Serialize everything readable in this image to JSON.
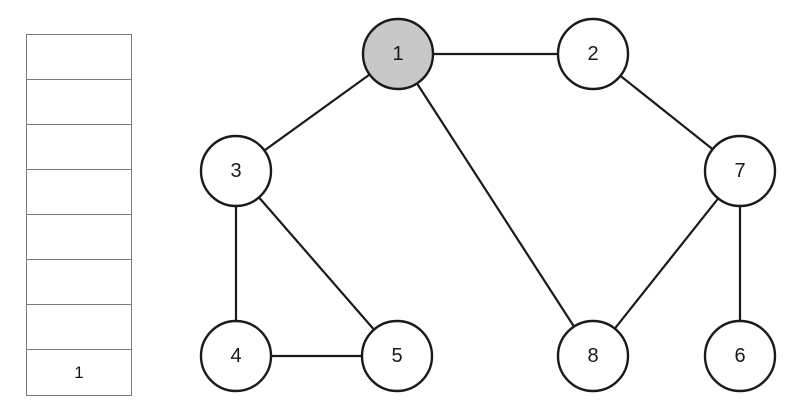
{
  "stack": {
    "slots": [
      "",
      "",
      "",
      "",
      "",
      "",
      "",
      "1"
    ]
  },
  "graph": {
    "colors": {
      "visited_fill": "#c8c8c8",
      "node_fill": "#ffffff",
      "stroke": "#1a1a1a"
    },
    "nodes": [
      {
        "id": "1",
        "label": "1",
        "visited": true
      },
      {
        "id": "2",
        "label": "2",
        "visited": false
      },
      {
        "id": "3",
        "label": "3",
        "visited": false
      },
      {
        "id": "7",
        "label": "7",
        "visited": false
      },
      {
        "id": "4",
        "label": "4",
        "visited": false
      },
      {
        "id": "5",
        "label": "5",
        "visited": false
      },
      {
        "id": "8",
        "label": "8",
        "visited": false
      },
      {
        "id": "6",
        "label": "6",
        "visited": false
      }
    ],
    "edges": [
      [
        "1",
        "2"
      ],
      [
        "1",
        "3"
      ],
      [
        "1",
        "8"
      ],
      [
        "2",
        "7"
      ],
      [
        "3",
        "4"
      ],
      [
        "3",
        "5"
      ],
      [
        "4",
        "5"
      ],
      [
        "7",
        "8"
      ],
      [
        "7",
        "6"
      ]
    ]
  }
}
